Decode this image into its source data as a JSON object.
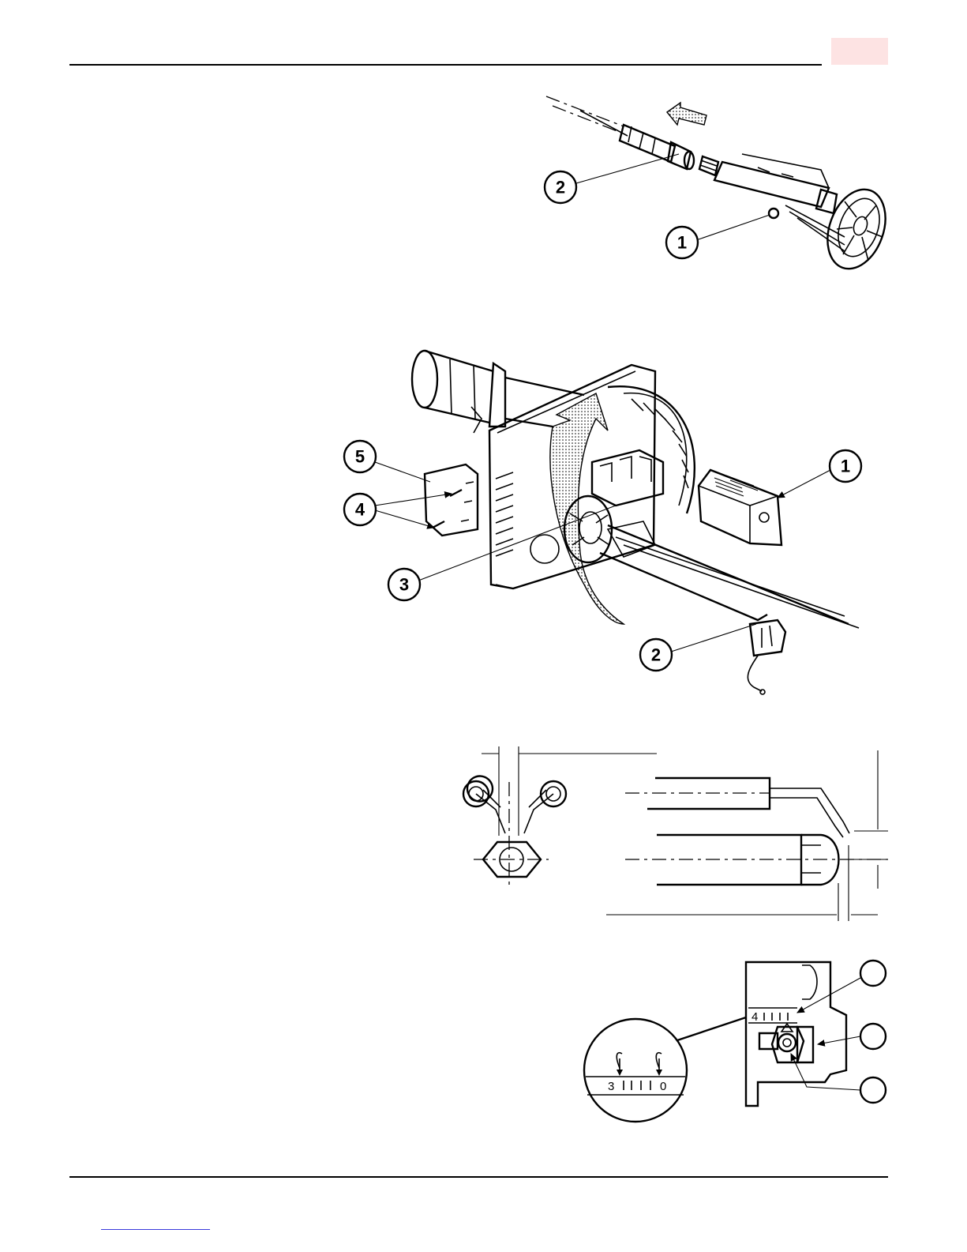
{
  "figure1": {
    "callouts": [
      "2",
      "1"
    ]
  },
  "figure2": {
    "callouts": [
      "5",
      "4",
      "3",
      "1",
      "2"
    ]
  },
  "figure4": {
    "scale_label_small": "4",
    "scale_label_large": "3",
    "scale_label_zero": "0"
  }
}
